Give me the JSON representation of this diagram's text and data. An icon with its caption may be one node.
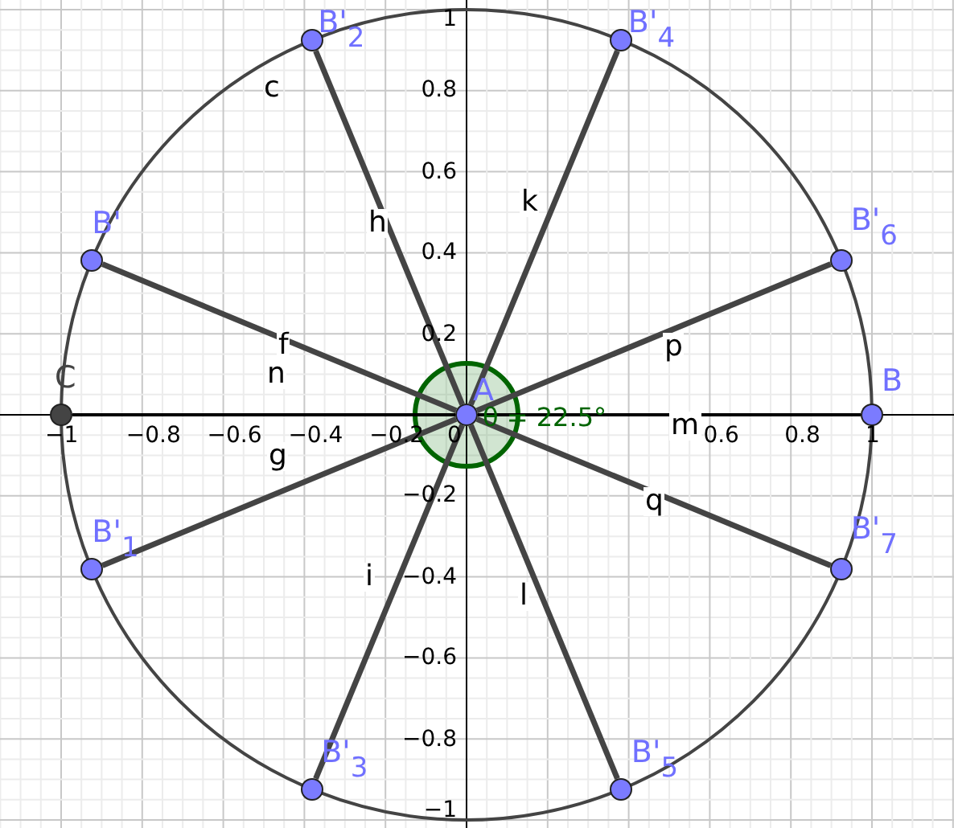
{
  "diagram": {
    "nodes": [
      {
        "text": [
          "A"
        ]
      },
      {
        "text": [
          "B"
        ]
      },
      {
        "text": [
          "C"
        ]
      },
      {
        "text": [
          "B'"
        ]
      },
      {
        "text": [
          "B'$_{1}$"
        ]
      },
      {
        "text": [
          "B'$_{2}$"
        ]
      },
      {
        "text": [
          "B'$_{3}$"
        ]
      },
      {
        "text": [
          "B'$_{4}$"
        ]
      },
      {
        "text": [
          "B'$_{5}$"
        ]
      },
      {
        "text": [
          "B'$_{6}$"
        ]
      },
      {
        "text": [
          "B'$_{7}$"
        ]
      }
    ],
    "edges": [
      {
        "from": 0,
        "to": 3,
        "arrow": "none",
        "label": "f"
      },
      {
        "from": 0,
        "to": 4,
        "arrow": "none",
        "label": "g"
      },
      {
        "from": 0,
        "to": 5,
        "arrow": "none",
        "label": "h"
      },
      {
        "from": 0,
        "to": 6,
        "arrow": "none",
        "label": "i"
      },
      {
        "from": 0,
        "to": 7,
        "arrow": "none",
        "label": "k"
      },
      {
        "from": 0,
        "to": 8,
        "arrow": "none",
        "label": "l"
      },
      {
        "from": 0,
        "to": 9,
        "arrow": "none",
        "label": "p"
      },
      {
        "from": 0,
        "to": 10,
        "arrow": "none",
        "label": "q"
      },
      {
        "from": 0,
        "to": 2,
        "arrow": "none",
        "label": "n",
        "color": "#000000"
      },
      {
        "from": 0,
        "to": 1,
        "arrow": "none",
        "label": "m",
        "color": "#000000"
      }
    ],
    "labels": [
      "c",
      "θ = 22.5°",
      "1",
      "0.8",
      "0.6",
      "0.4",
      "0.2",
      "−0.2",
      "−0.4",
      "−0.6",
      "−0.8",
      "−1",
      "−1",
      "−0.8",
      "−0.6",
      "−0.4",
      "−0.2",
      "0",
      "0.6",
      "0.8",
      "1"
    ]
  }
}
